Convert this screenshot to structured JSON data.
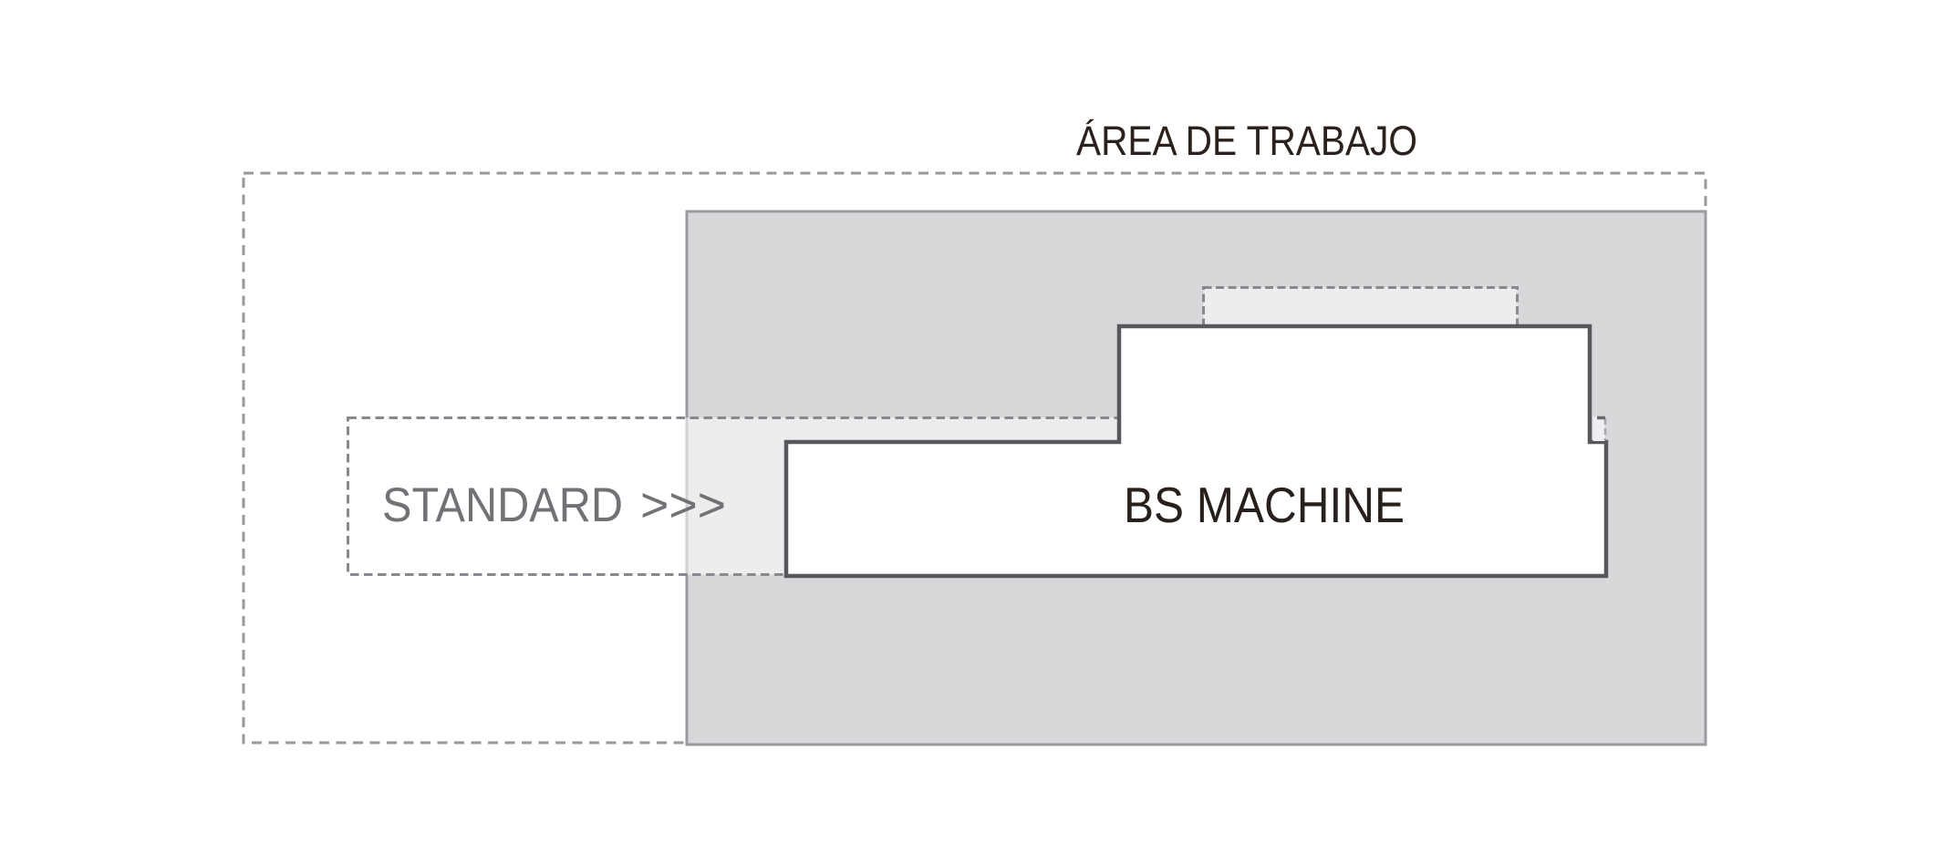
{
  "diagram": {
    "title": "ÁREA DE TRABAJO",
    "machine": {
      "label": "BS MACHINE"
    },
    "standard": {
      "label": "STANDARD",
      "arrows": ">>>"
    },
    "colors": {
      "background": "#ffffff",
      "work_area_dash": "#99979e",
      "zone_fill": "#d8d8da",
      "zone_border": "#9c9aa1",
      "overlay_dash": "#8a888e",
      "overlay_fill": "#ffffff",
      "attachment_fill": "#efeff1",
      "attachment_dash": "#a7a5ab",
      "attachment_nub": "#6b696f",
      "machine_fill": "#ffffff",
      "machine_border": "#59565c",
      "title_text": "#2b211d",
      "machine_text": "#27201c",
      "standard_text": "#737176"
    }
  }
}
